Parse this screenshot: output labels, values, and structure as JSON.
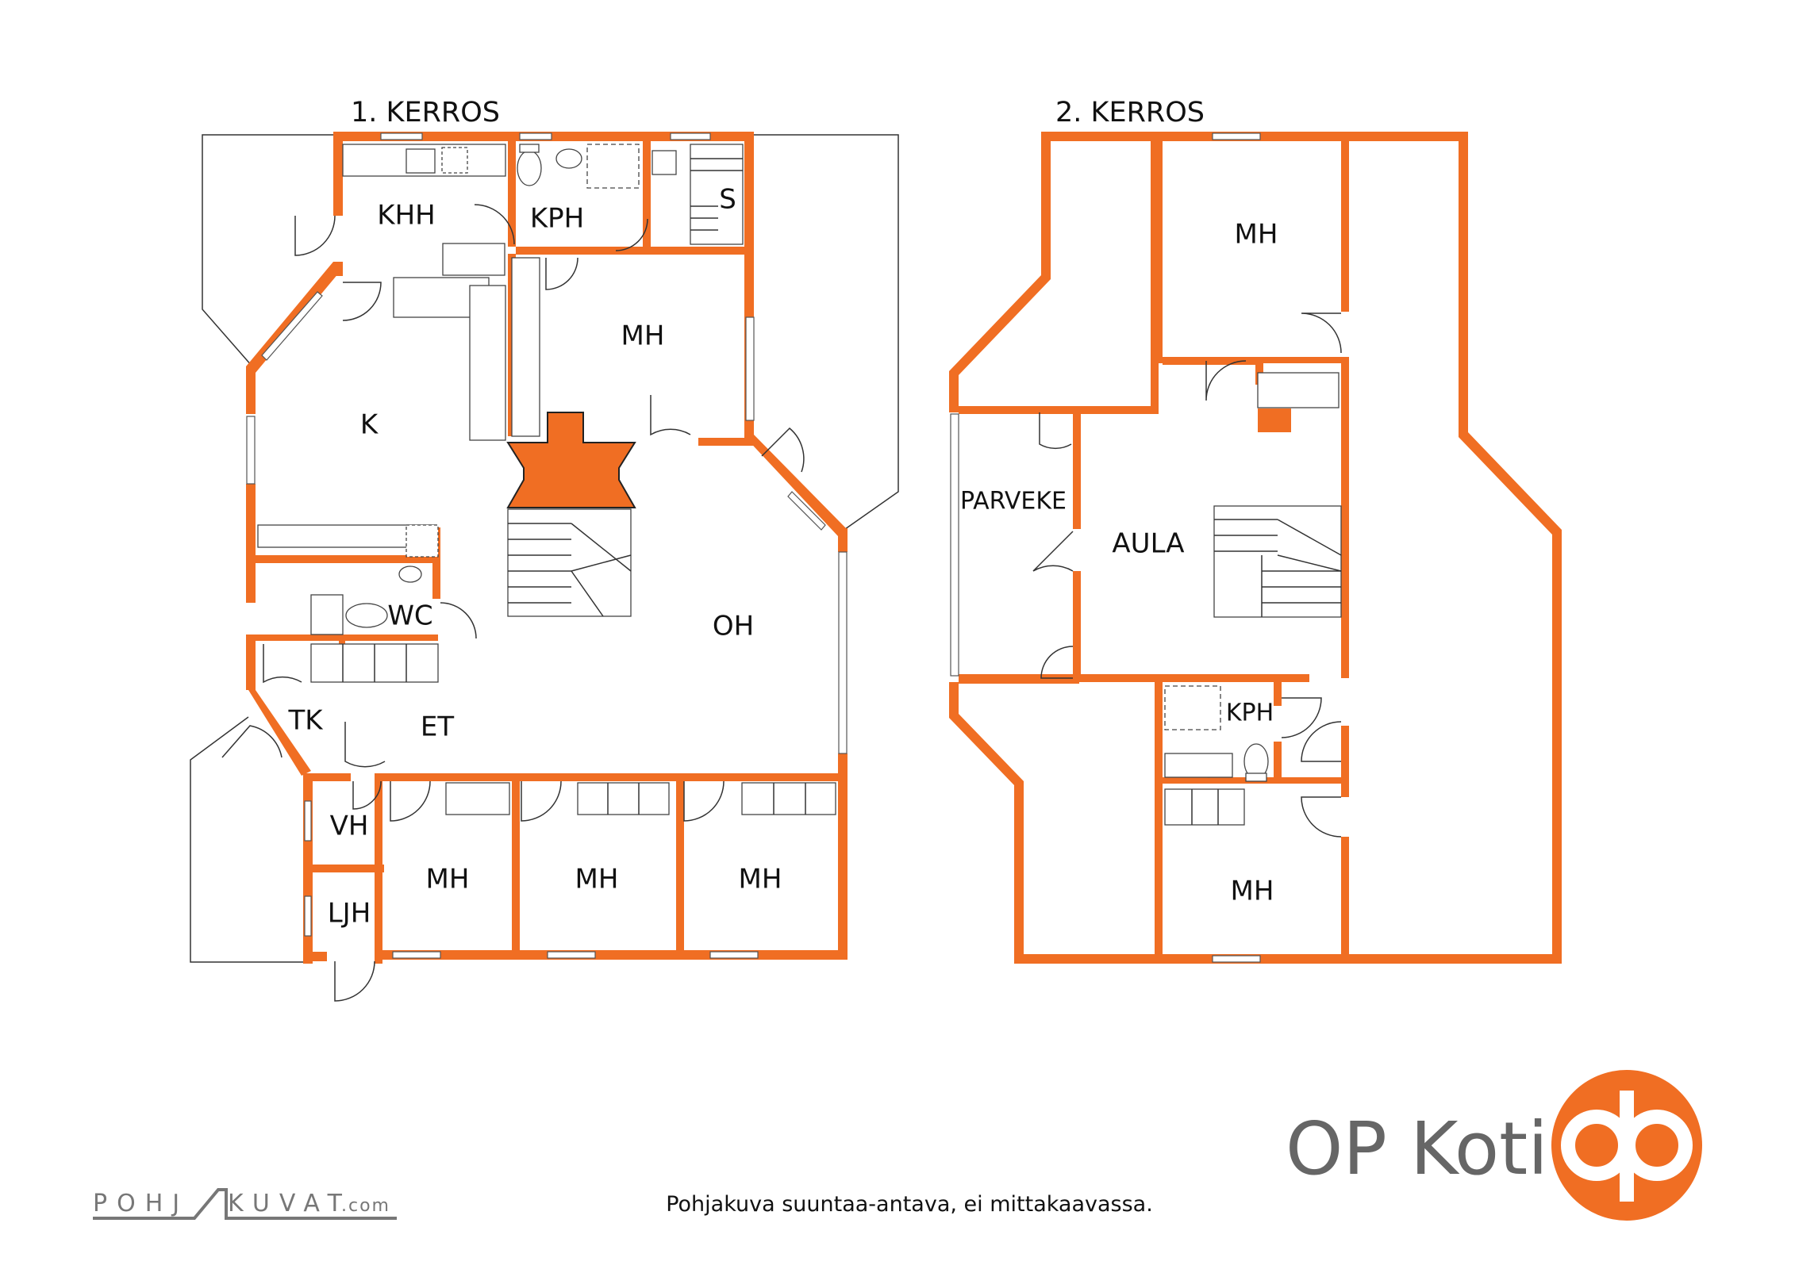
{
  "floors": [
    {
      "title": "1. KERROS"
    },
    {
      "title": "2. KERROS"
    }
  ],
  "rooms_floor1": {
    "khh": "KHH",
    "kph": "KPH",
    "s": "S",
    "mh_top": "MH",
    "k": "K",
    "wc": "WC",
    "oh": "OH",
    "tk": "TK",
    "et": "ET",
    "vh": "VH",
    "ljh": "LJH",
    "mh1": "MH",
    "mh2": "MH",
    "mh3": "MH"
  },
  "rooms_floor2": {
    "mh_top": "MH",
    "parveke": "PARVEKE",
    "aula": "AULA",
    "kph": "KPH",
    "mh_bottom": "MH"
  },
  "footer": {
    "note": "Pohjakuva suuntaa-antava, ei mittakaavassa.",
    "site_left": "POHJ",
    "site_right": "KUVAT",
    "site_tld": ".com",
    "brand": "OP Koti",
    "brand_color": "#f06e23"
  }
}
